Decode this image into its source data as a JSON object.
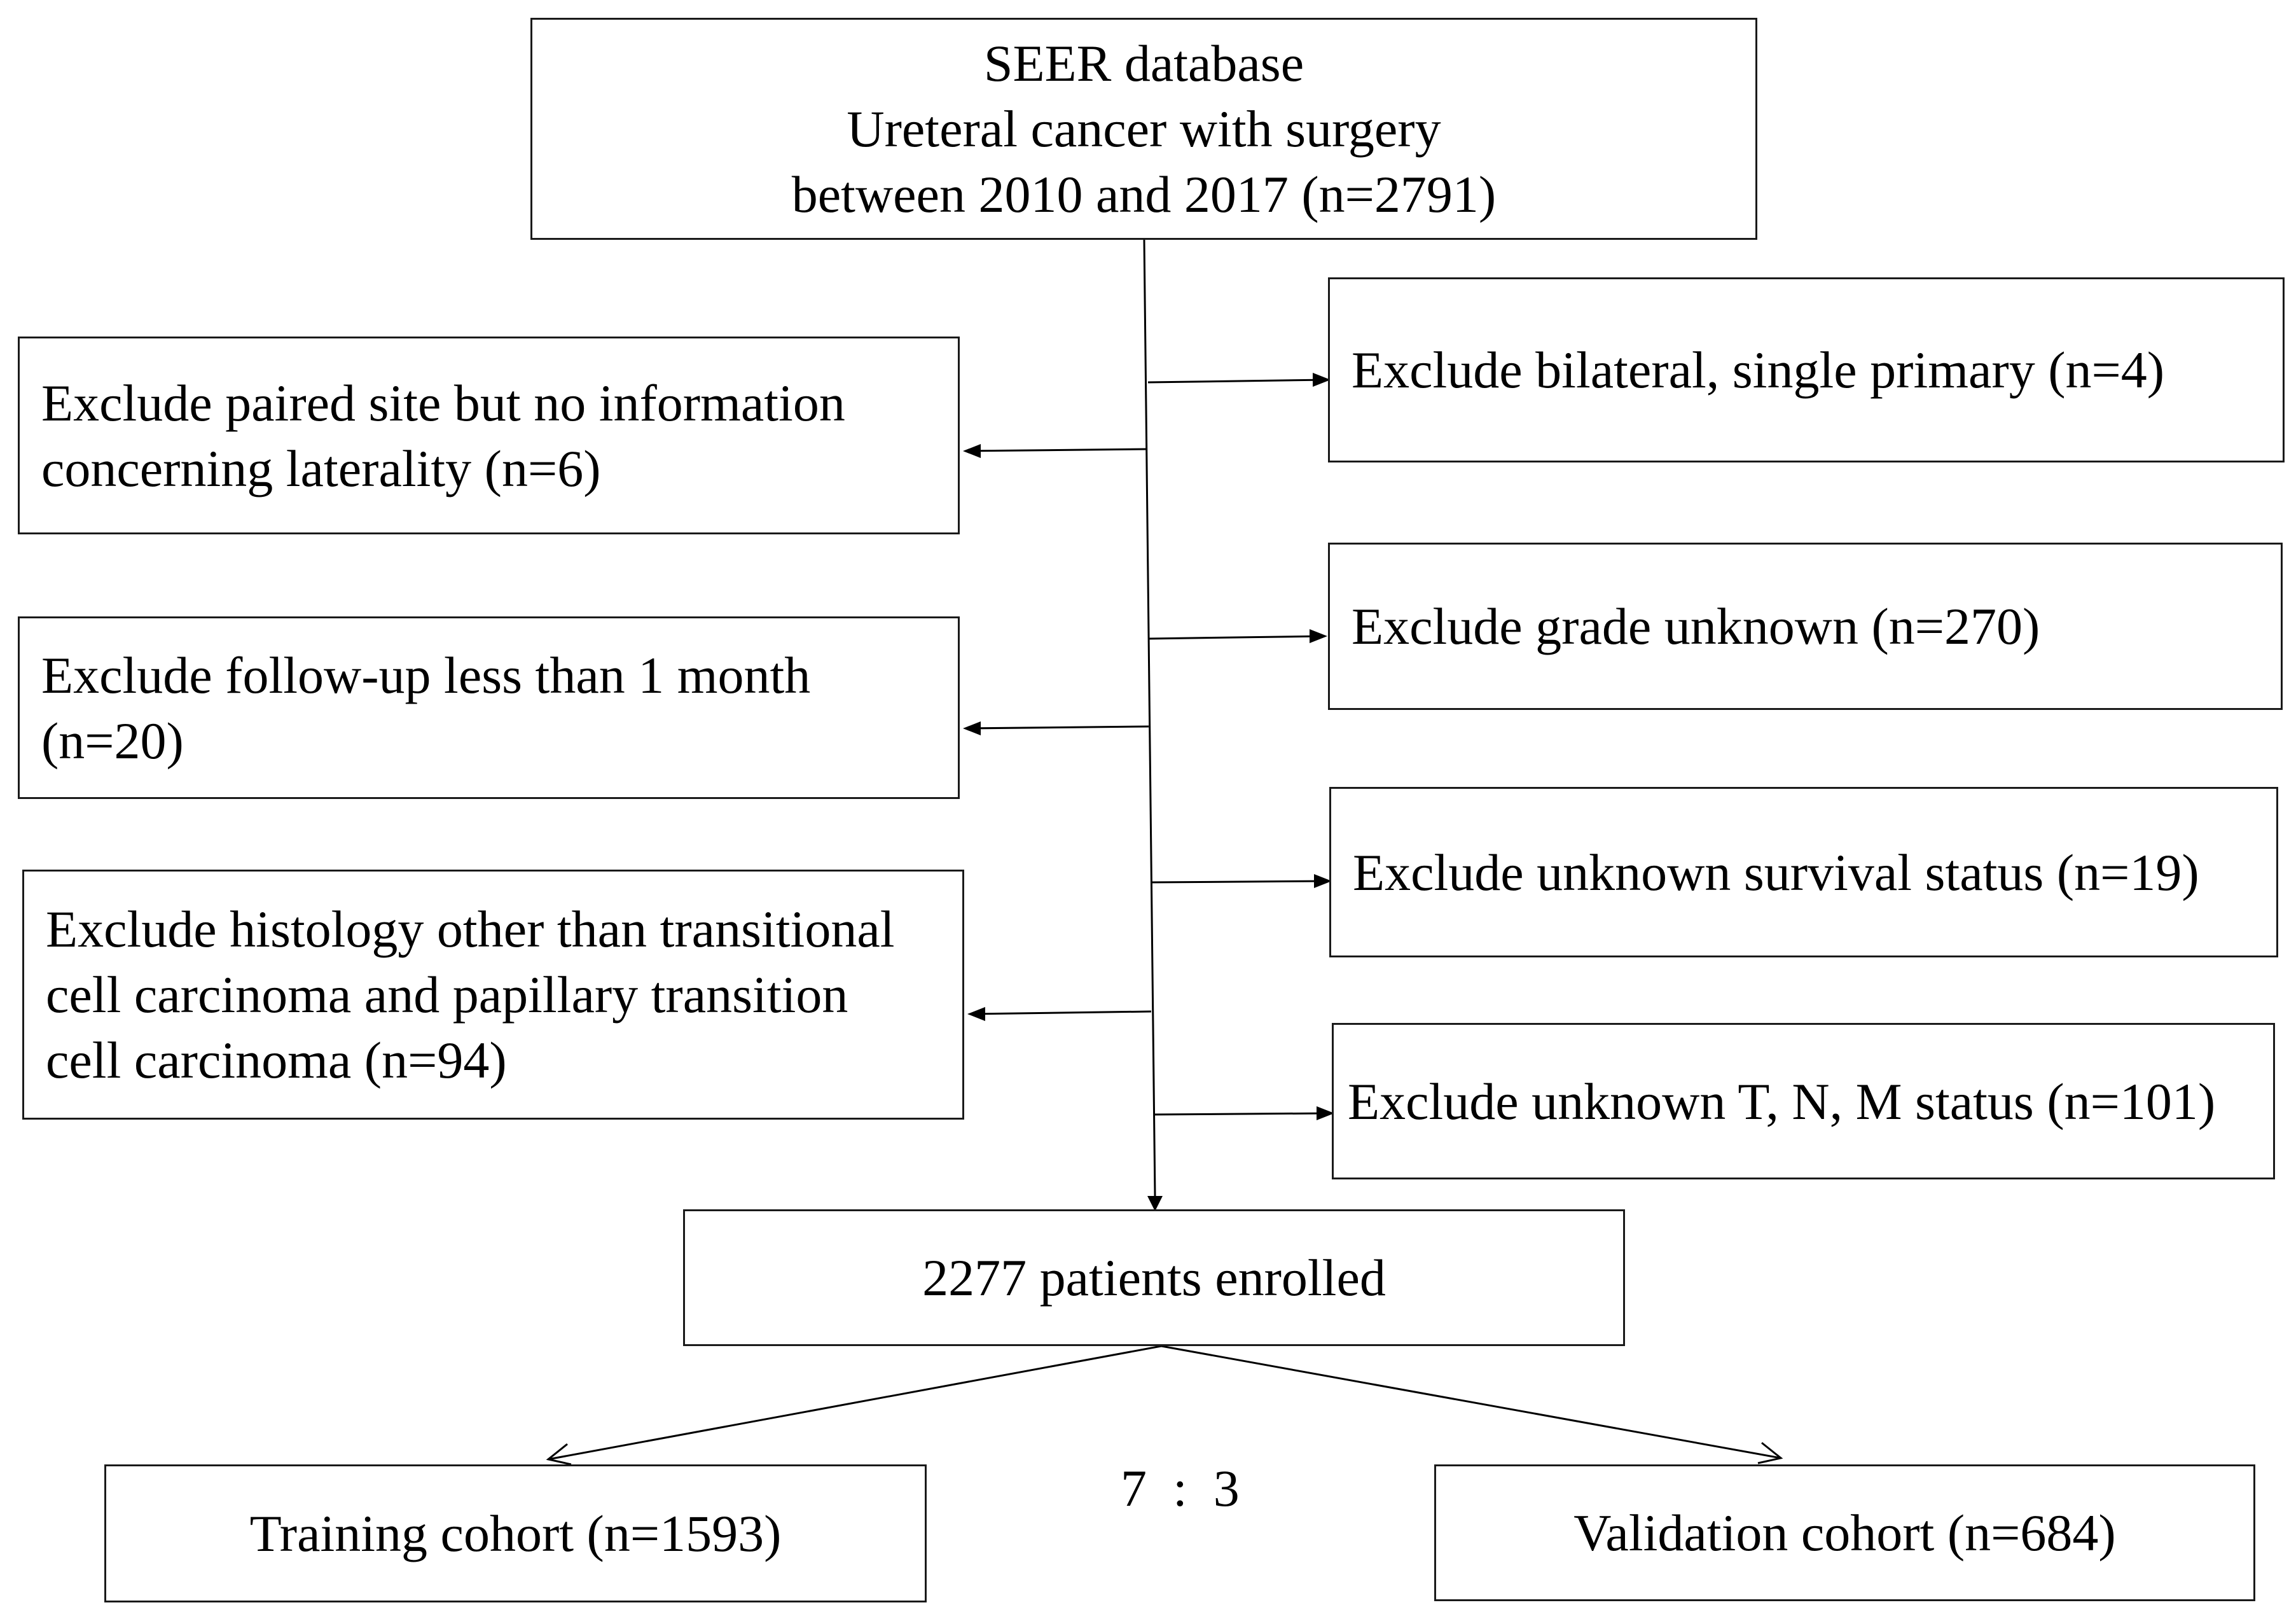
{
  "source_box": {
    "lines": [
      "SEER database",
      "Ureteral cancer with surgery",
      "between 2010 and 2017 (n=2791)"
    ]
  },
  "exclusions_left": [
    {
      "lines": [
        "Exclude paired site but no information",
        "concerning laterality (n=6)"
      ]
    },
    {
      "lines": [
        "Exclude follow-up less than 1 month",
        "(n=20)"
      ]
    },
    {
      "lines": [
        "Exclude histology other than transitional",
        "cell carcinoma and papillary transition",
        "cell carcinoma (n=94)"
      ]
    }
  ],
  "exclusions_right": [
    {
      "lines": [
        "Exclude bilateral, single primary (n=4)"
      ]
    },
    {
      "lines": [
        "Exclude grade unknown (n=270)"
      ]
    },
    {
      "lines": [
        "Exclude unknown survival status (n=19)"
      ]
    },
    {
      "lines": [
        "Exclude unknown T, N, M status (n=101)"
      ]
    }
  ],
  "enrolled_box": {
    "label": "2277 patients enrolled"
  },
  "split_ratio": "7  :  3",
  "training_box": {
    "label": "Training cohort (n=1593)"
  },
  "validation_box": {
    "label": "Validation cohort (n=684)"
  }
}
